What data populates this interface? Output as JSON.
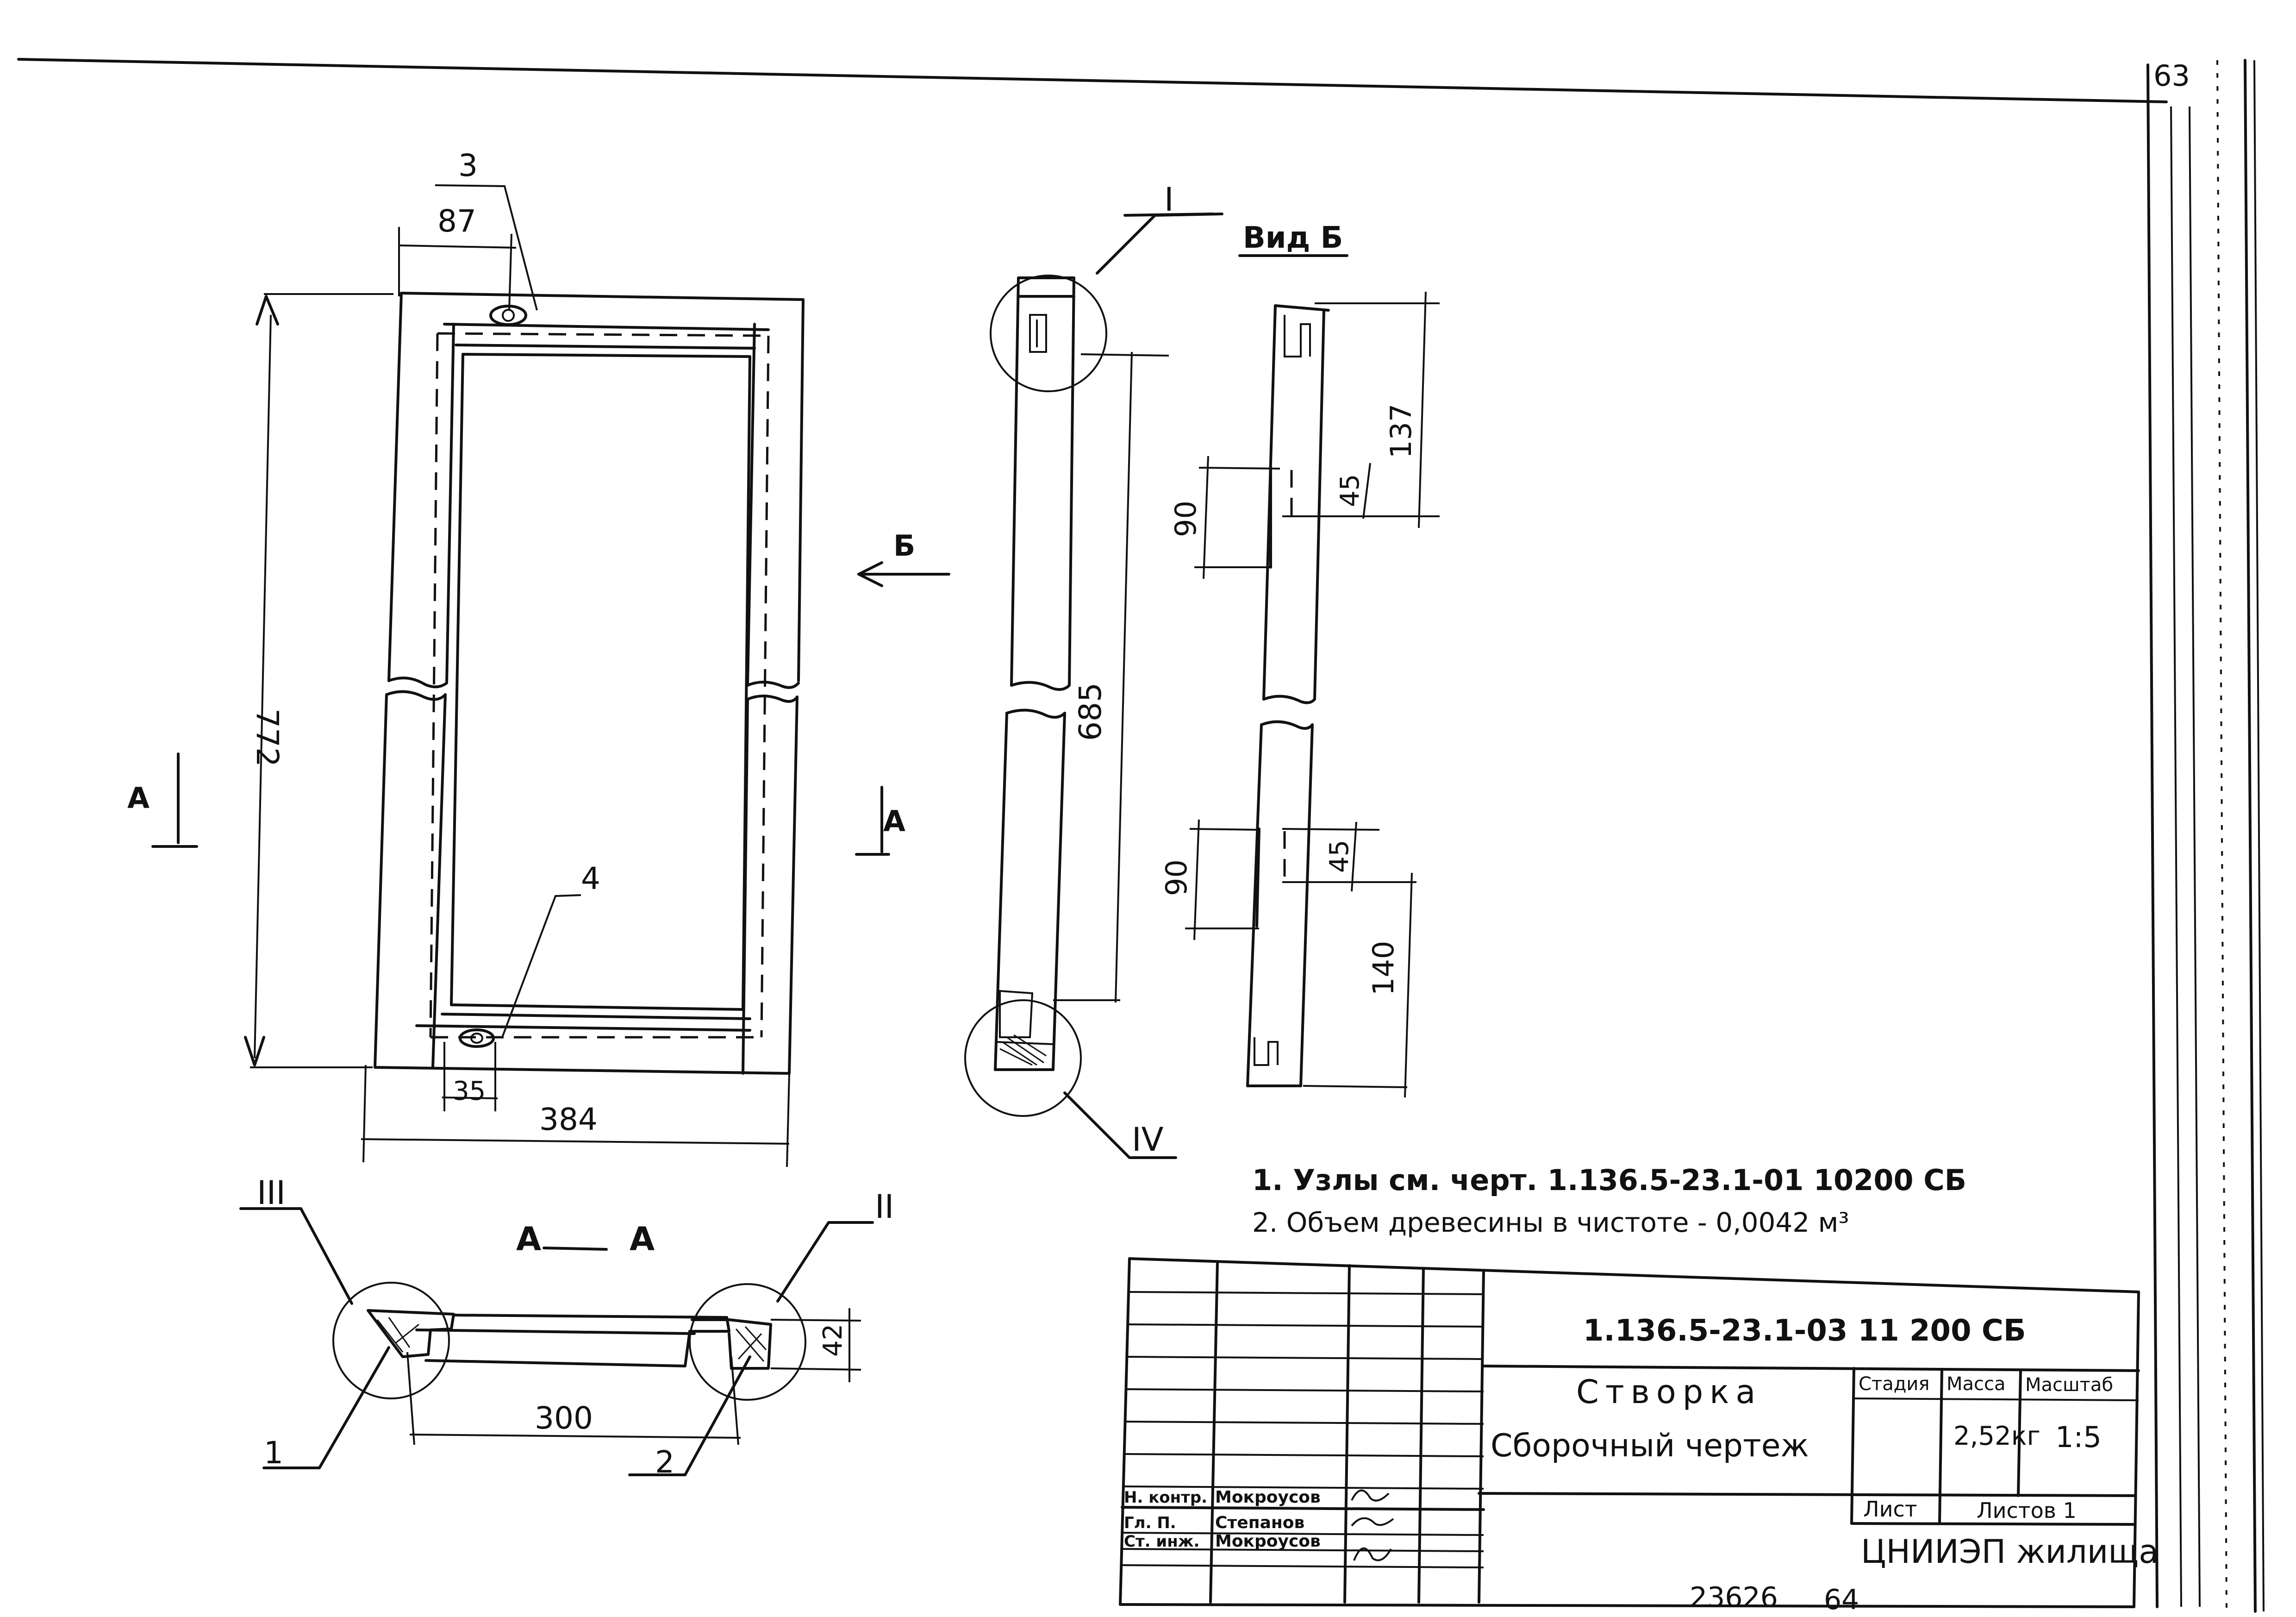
{
  "sheet": {
    "page_number": "63",
    "footer_number": "23626",
    "footer_page": "64"
  },
  "main_view": {
    "dim_height": "772",
    "dim_width": "384",
    "dim_offset_top": "87",
    "dim_bottom_small": "35",
    "callout_top": "3",
    "callout_inner": "4",
    "section_mark": "А",
    "view_mark": "Б"
  },
  "side_view": {
    "node_top": "I",
    "node_bottom": "IV",
    "dim_length": "685"
  },
  "view_b": {
    "title": "Вид Б",
    "dim_137": "137",
    "dim_90_top": "90",
    "dim_45_top": "45",
    "dim_90_bottom": "90",
    "dim_45_bottom": "45",
    "dim_140": "140"
  },
  "section_aa": {
    "title_left": "А",
    "title_right": "А",
    "node_left": "III",
    "node_right": "II",
    "dim_300": "300",
    "dim_42": "42",
    "callout_1": "1",
    "callout_2": "2"
  },
  "notes": [
    "1. Узлы см. черт. 1.136.5-23.1-01 10200 СБ",
    "2. Объем древесины в чистоте - 0,0042 м³"
  ],
  "title_block": {
    "doc_code": "1.136.5-23.1-03 11 200 СБ",
    "name_line1": "Створка",
    "name_line2": "Сборочный чертеж",
    "stage_label": "Стадия",
    "mass_label": "Масса",
    "scale_label": "Масштаб",
    "mass_value": "2,52кг",
    "scale_value": "1:5",
    "sheet_label": "Лист",
    "sheets_label": "Листов 1",
    "org": "ЦНИИЭП жилища",
    "roles": [
      {
        "role": "Н. контр.",
        "name": "Мокроусов"
      },
      {
        "role": "Гл. П.",
        "name": "Степанов"
      },
      {
        "role": "Ст. инж.",
        "name": "Мокроусов"
      }
    ]
  }
}
